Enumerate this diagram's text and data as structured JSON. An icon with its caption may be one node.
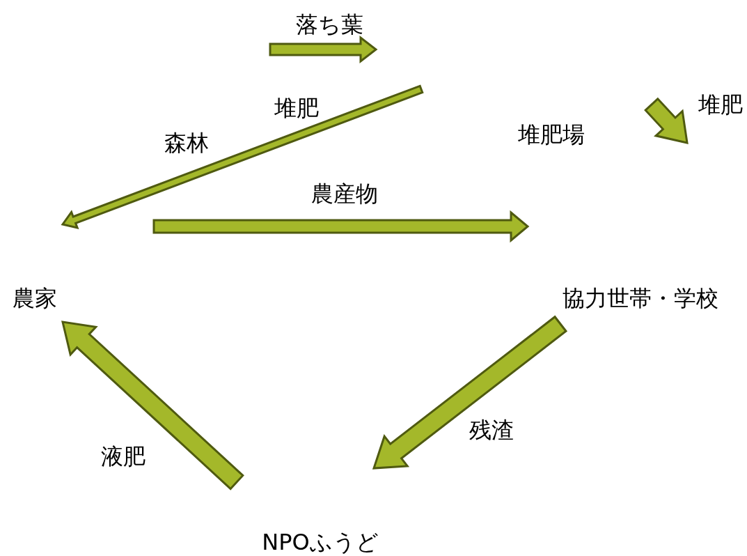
{
  "diagram": {
    "nodes": [
      {
        "text": [
          "森林"
        ]
      },
      {
        "text": [
          "堆肥場"
        ]
      },
      {
        "text": [
          "農家"
        ]
      },
      {
        "text": [
          "協力世帯・学校"
        ]
      },
      {
        "text": [
          "NPOふうど"
        ]
      }
    ],
    "edges": [
      {
        "from": 1,
        "to": 2,
        "arrow": "to",
        "label": "堆肥"
      },
      {
        "from": 2,
        "to": 3,
        "arrow": "to",
        "label": "農産物"
      },
      {
        "from": 3,
        "to": 4,
        "arrow": "to",
        "label": "残渣"
      },
      {
        "from": 4,
        "to": 2,
        "arrow": "to",
        "label": "液肥"
      }
    ],
    "labels": [
      "落ち葉",
      "堆肥"
    ]
  }
}
